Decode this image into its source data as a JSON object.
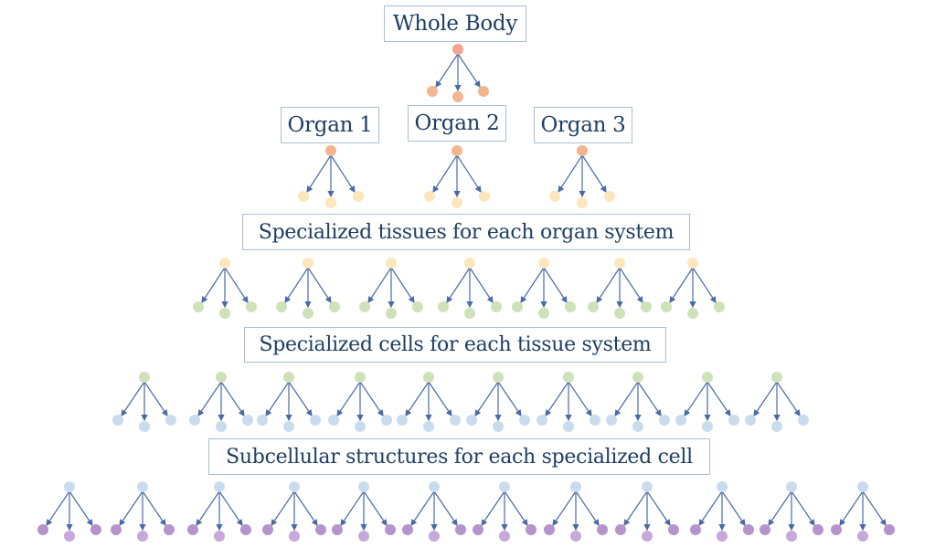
{
  "title": "Hierarchy of biological organization",
  "levels": {
    "body": "Whole Body",
    "organs": [
      "Organ 1",
      "Organ 2",
      "Organ 3"
    ],
    "tissues": "Specialized tissues for each organ system",
    "cells": "Specialized cells for each tissue system",
    "subcellular": "Subcellular structures for each specialized cell"
  },
  "colors": {
    "body_node": "#f2a48f",
    "organ_node": "#f4b48f",
    "tissue_node": "#fbe7bb",
    "cell_node": "#cfe1b9",
    "cell_child_node": "#c9dcee",
    "subcell_node": "#b593cc",
    "subcell_mid_node": "#c7a8da",
    "arrow": "#4a6aa6",
    "label_text": "#1f3e63",
    "label_border": "#a9bfd2"
  },
  "tree_rows": [
    {
      "name": "body-tree",
      "count": 1,
      "parent_color": "body_node",
      "child_color": "organ_node"
    },
    {
      "name": "organ-tree",
      "count": 3,
      "parent_color": "organ_node",
      "child_color": "tissue_node"
    },
    {
      "name": "tissue-tree",
      "count": 7,
      "parent_color": "tissue_node",
      "child_color": "cell_node"
    },
    {
      "name": "cell-tree",
      "count": 10,
      "parent_color": "cell_node",
      "child_color": "cell_child_node"
    },
    {
      "name": "subcell-tree",
      "count": 12,
      "parent_color": "cell_child_node",
      "child_color": "subcell_node"
    }
  ]
}
